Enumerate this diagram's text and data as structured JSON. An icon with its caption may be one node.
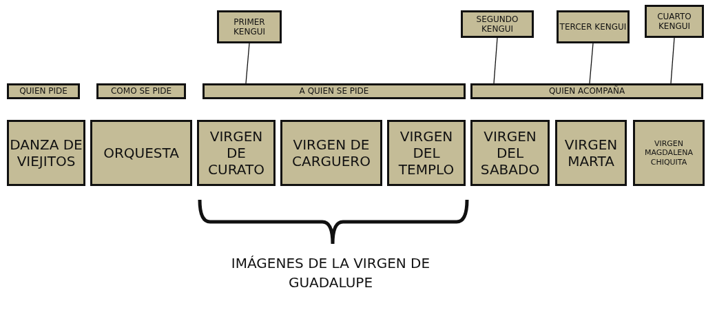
{
  "diagram": {
    "nodes": [
      {
        "text": [
          "PRIMER KENGUI"
        ]
      },
      {
        "text": [
          "SEGUNDO KENGUI"
        ]
      },
      {
        "text": [
          "TERCER KENGUI"
        ]
      },
      {
        "text": [
          "CUARTO KENGUI"
        ]
      },
      {
        "text": [
          "QUIEN PIDE"
        ]
      },
      {
        "text": [
          "COMO SE PIDE"
        ]
      },
      {
        "text": [
          "A QUIEN SE PIDE"
        ]
      },
      {
        "text": [
          "QUIEN ACOMPAÑA"
        ]
      },
      {
        "text": [
          "DANZA DE VIEJITOS"
        ]
      },
      {
        "text": [
          "ORQUESTA"
        ]
      },
      {
        "text": [
          "VIRGEN DE CURATO"
        ]
      },
      {
        "text": [
          "VIRGEN DE CARGUERO"
        ]
      },
      {
        "text": [
          "VIRGEN DEL TEMPLO"
        ]
      },
      {
        "text": [
          "VIRGEN DEL SABADO"
        ]
      },
      {
        "text": [
          "VIRGEN MARTA"
        ]
      },
      {
        "text": [
          "VIRGEN MAGDALENA CHIQUITA"
        ]
      }
    ],
    "edges": [
      {
        "from": 0,
        "to": 6,
        "arrow": "none"
      },
      {
        "from": 1,
        "to": 7,
        "arrow": "none"
      },
      {
        "from": 2,
        "to": 7,
        "arrow": "none"
      },
      {
        "from": 3,
        "to": 7,
        "arrow": "none"
      }
    ],
    "labels": [
      "IMÁGENES DE LA VIRGEN DE GUADALUPE"
    ]
  }
}
